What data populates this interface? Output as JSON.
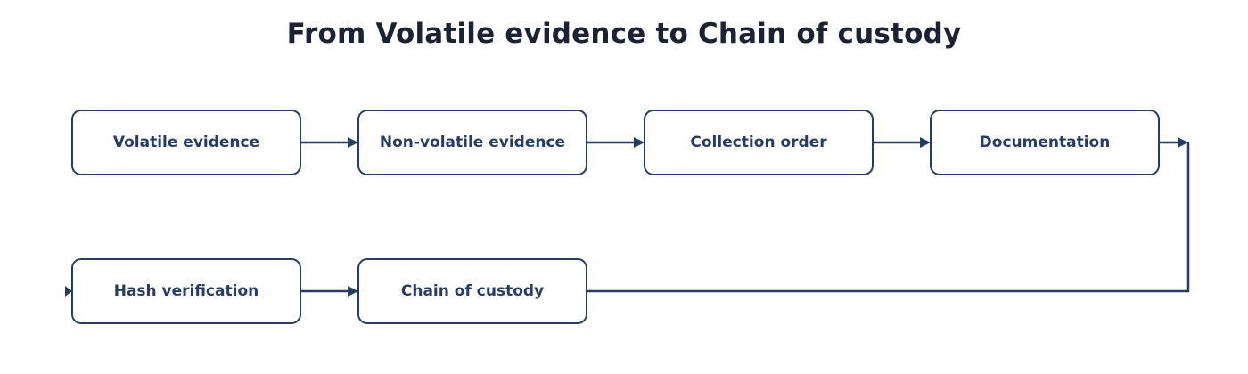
{
  "diagram": {
    "title": "From Volatile evidence to Chain of custody",
    "colors": {
      "stroke": "#253d63",
      "label": "#253d63",
      "title": "#1a2233",
      "box_fill": "#ffffff"
    },
    "nodes": [
      {
        "id": "volatile-evidence",
        "label": "Volatile evidence",
        "row": 0,
        "col": 0
      },
      {
        "id": "non-volatile-evidence",
        "label": "Non-volatile evidence",
        "row": 0,
        "col": 1
      },
      {
        "id": "collection-order",
        "label": "Collection order",
        "row": 0,
        "col": 2
      },
      {
        "id": "documentation",
        "label": "Documentation",
        "row": 0,
        "col": 3
      },
      {
        "id": "hash-verification",
        "label": "Hash verification",
        "row": 1,
        "col": 0
      },
      {
        "id": "chain-of-custody",
        "label": "Chain of custody",
        "row": 1,
        "col": 1
      }
    ],
    "edges": [
      {
        "from": "volatile-evidence",
        "to": "non-volatile-evidence"
      },
      {
        "from": "non-volatile-evidence",
        "to": "collection-order"
      },
      {
        "from": "collection-order",
        "to": "documentation"
      },
      {
        "from": "documentation",
        "to": "hash-verification",
        "wraps": true
      },
      {
        "from": "hash-verification",
        "to": "chain-of-custody"
      }
    ]
  }
}
